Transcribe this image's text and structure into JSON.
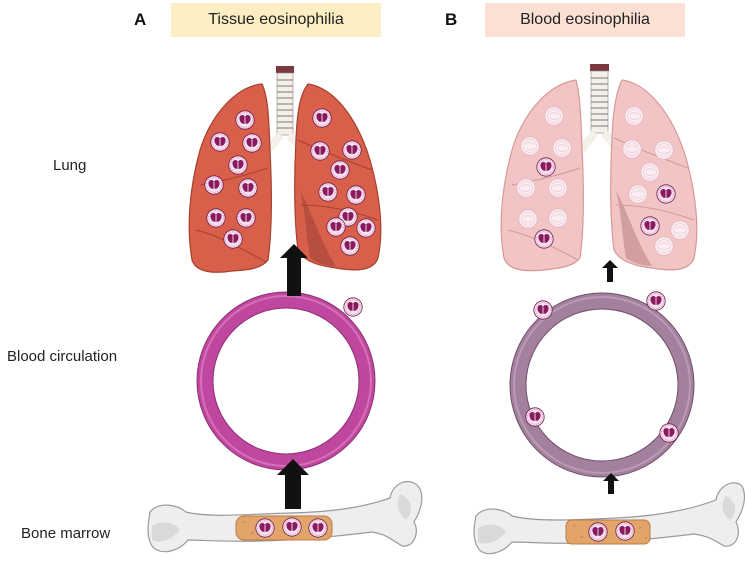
{
  "panels": {
    "a": {
      "letter": "A",
      "title": "Tissue eosinophilia",
      "title_bg": "#fbeec2"
    },
    "b": {
      "letter": "B",
      "title": "Blood eosinophilia",
      "title_bg": "#fbe0d3"
    }
  },
  "row_labels": {
    "lung": "Lung",
    "blood": "Blood circulation",
    "marrow": "Bone marrow"
  },
  "colors": {
    "lung_a": "#d8604a",
    "lung_b": "#f2c4c4",
    "ring_a": "#c0479f",
    "ring_b": "#a3809c",
    "eosinophil": "#8a1a5e",
    "marrow": "#e3a46a",
    "bone": "#eeeeee",
    "arrow": "#111111"
  },
  "icons": [
    "lung-icon",
    "trachea-icon",
    "blood-vessel-ring-icon",
    "bone-icon",
    "eosinophil-icon",
    "arrow-up-icon"
  ]
}
